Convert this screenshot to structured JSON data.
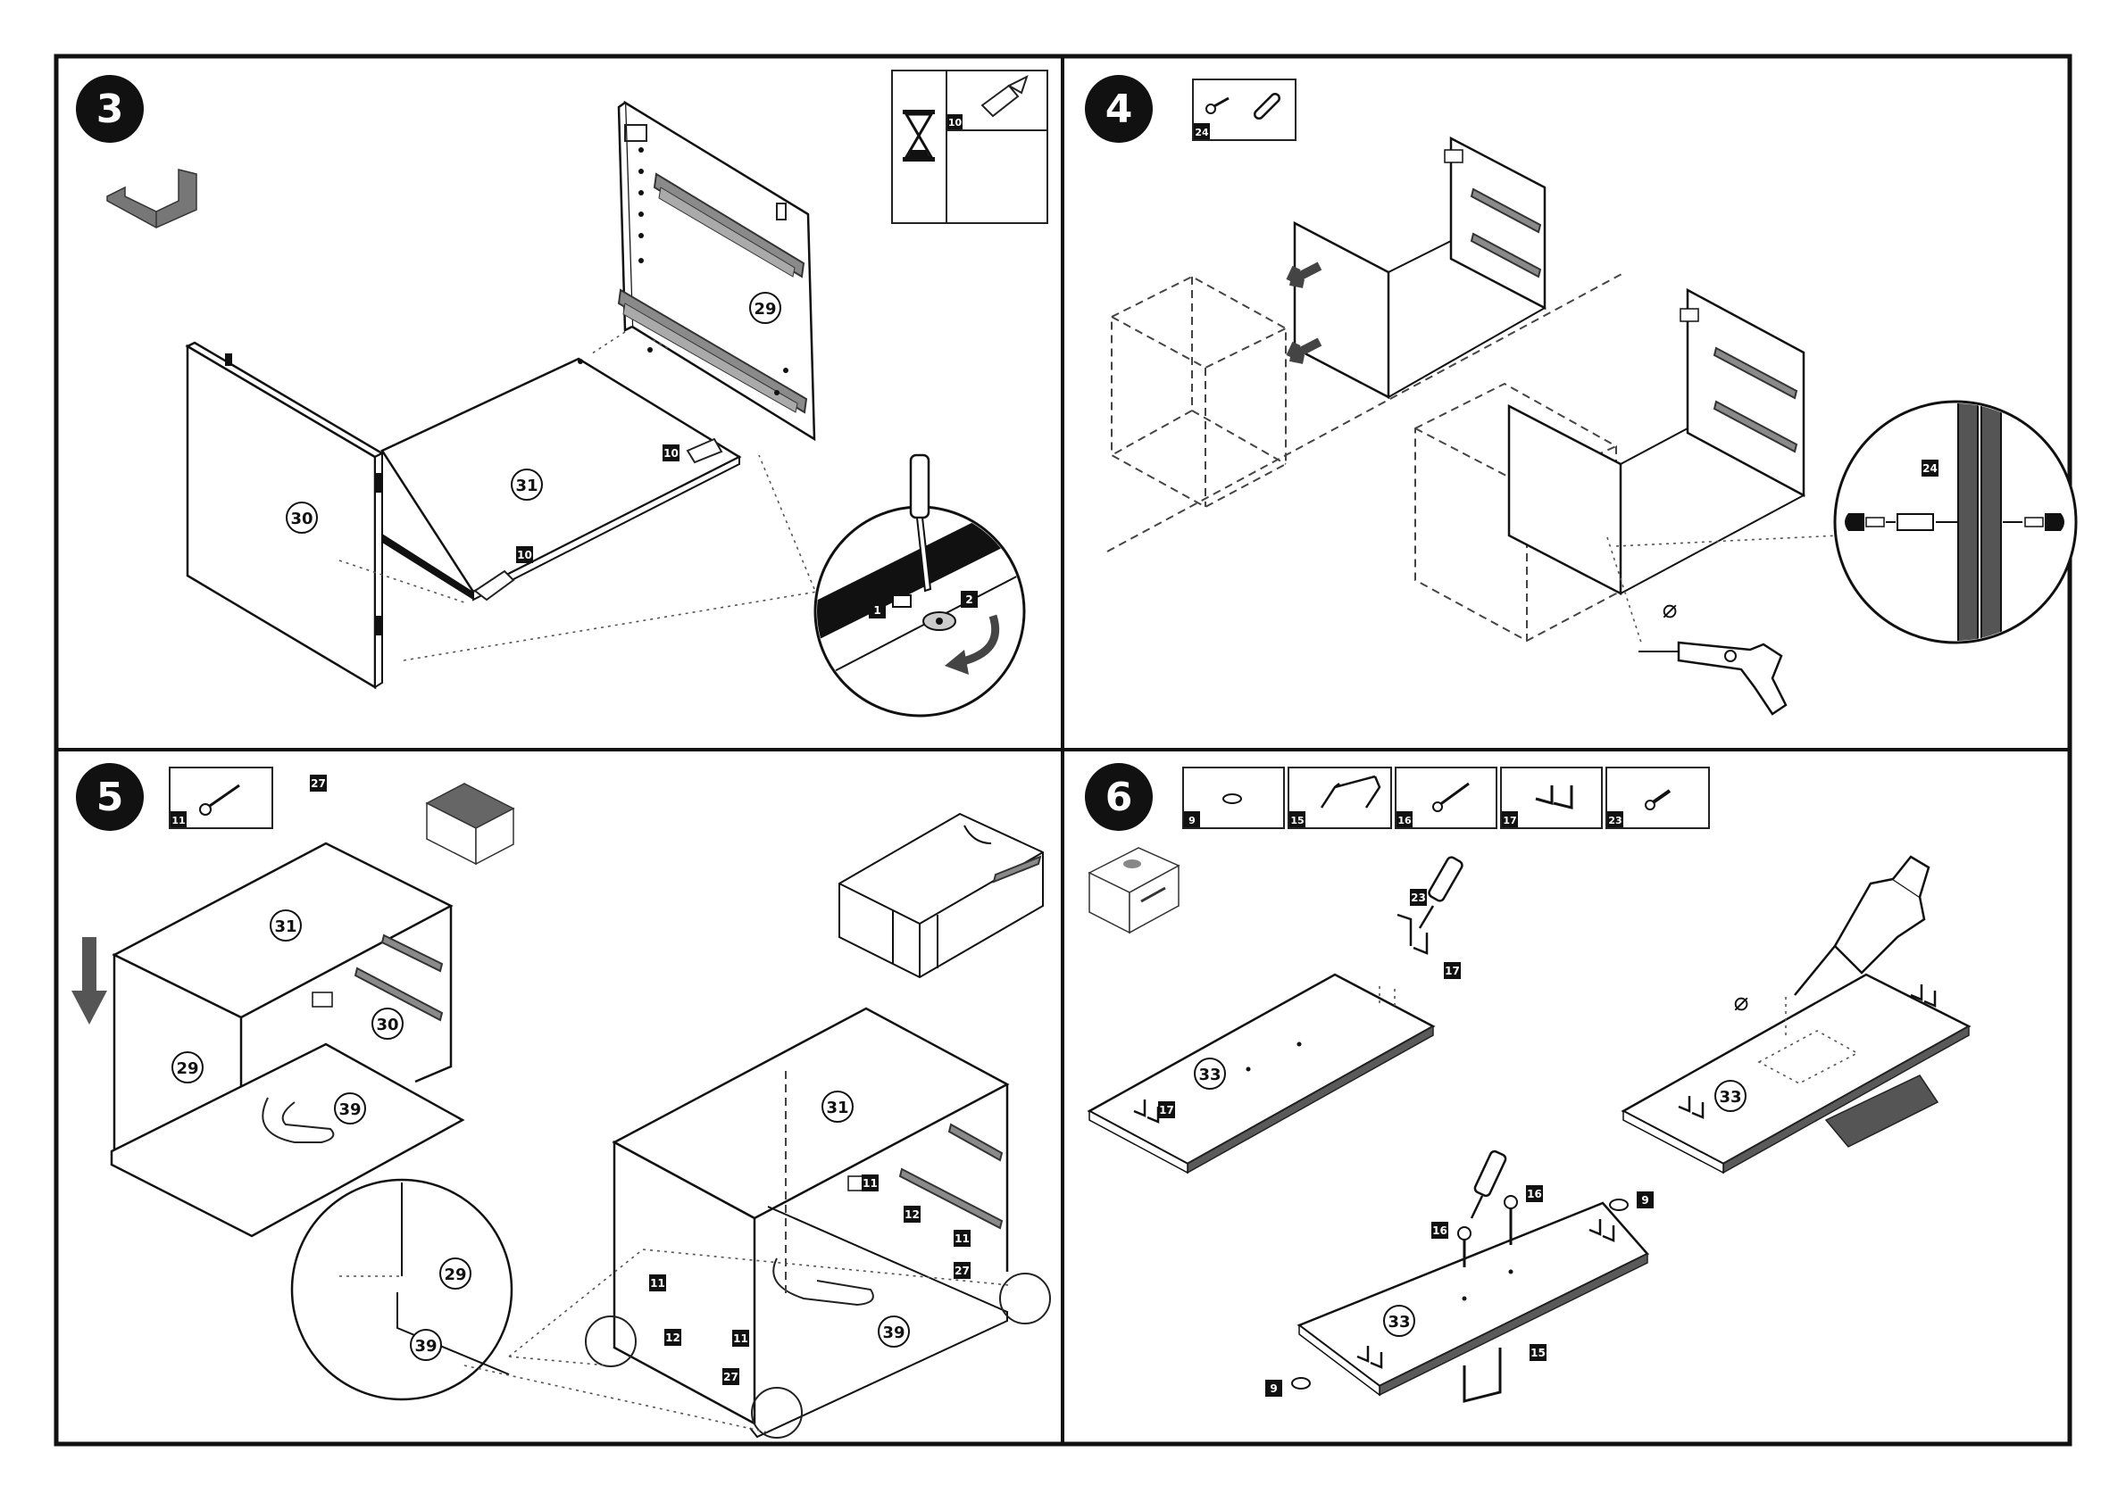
{
  "steps": [
    {
      "number": "3",
      "parts": [
        {
          "id": "10"
        }
      ]
    },
    {
      "number": "4",
      "parts": [
        {
          "id": "24"
        }
      ]
    },
    {
      "number": "5",
      "parts": [
        {
          "id": "11"
        },
        {
          "id": "27"
        }
      ]
    },
    {
      "number": "6",
      "parts": [
        {
          "id": "9"
        },
        {
          "id": "15"
        },
        {
          "id": "16"
        },
        {
          "id": "17"
        },
        {
          "id": "23"
        }
      ]
    }
  ],
  "step3": {
    "part_labels": [
      "29",
      "30",
      "31"
    ],
    "box_labels": [
      "10",
      "10"
    ],
    "detail_labels": [
      "1",
      "2"
    ]
  },
  "step4": {
    "detail_label": "24",
    "hole_symbol": "⌀"
  },
  "step5": {
    "part_labels": [
      "31",
      "29",
      "30",
      "39",
      "29",
      "39",
      "31",
      "39"
    ],
    "box_labels": [
      "11",
      "12",
      "11",
      "27",
      "11",
      "12",
      "11",
      "27"
    ]
  },
  "step6": {
    "part_labels": [
      "33",
      "33",
      "33"
    ],
    "box_labels": [
      "23",
      "17",
      "17",
      "16",
      "16",
      "9",
      "9",
      "15"
    ],
    "hole_symbol": "⌀"
  },
  "colors": {
    "ink": "#111111",
    "rail_gray": "#8a8a8a",
    "edge_gray": "#5a5a5a"
  }
}
